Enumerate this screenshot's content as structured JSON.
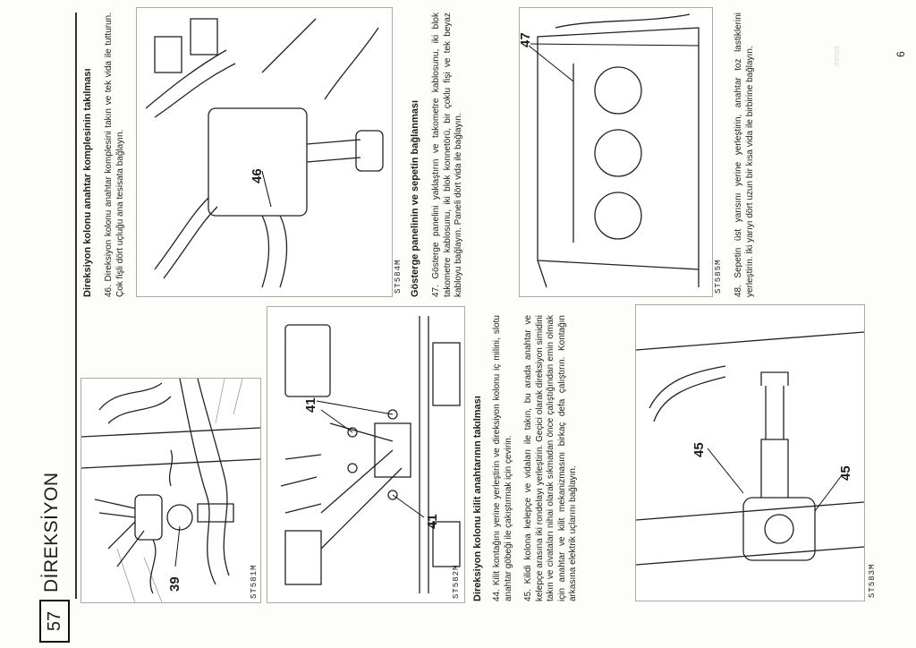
{
  "page": {
    "section_number": "57",
    "section_title": "DİREKSİYON",
    "page_number": "6",
    "watermark": "mmot"
  },
  "figures": {
    "st581m": {
      "code": "ST581M",
      "callouts": [
        "39"
      ]
    },
    "st582m": {
      "code": "ST582M",
      "callouts": [
        "41",
        "41",
        "41"
      ]
    },
    "st583m": {
      "code": "ST583M",
      "callouts": [
        "45",
        "45"
      ]
    },
    "st584m": {
      "code": "ST584M",
      "callouts": [
        "46"
      ]
    },
    "st585m": {
      "code": "ST585M",
      "callouts": [
        "47"
      ]
    }
  },
  "left_column": {
    "heading": "Direksiyon kolonu kilit anahtarının takılması",
    "para44": "44. Kilit kontağını yerine yerleştirin ve direksiyon kolonu iç milini, slotu anahtar göbeği ile çakıştırmak için çevirin.",
    "para45": "45. Kilidi kolona kelepçe ve vidaları ile takın, bu arada anahtar ve kelepçe arasına iki rondelayı yerleştirin. Geçici olarak direksiyon simidini takın ve civataları nihai olarak sıkmadan önce çalıştığından emin olmak için anahtar ve kilit mekanizmasını birkaç defa çalıştırın. Kontağın arkasına elektrik uçlarını bağlayın."
  },
  "right_column": {
    "heading1": "Direksiyon kolonu anahtar komplesinin takılması",
    "para46": "46. Direksiyon kolonu anahtar komplesini takın ve tek vida ile tutturun. Çok fişli dört uçluğu ana tesisata bağlayın.",
    "heading2": "Gösterge panelinin ve sepetin bağlanması",
    "para47": "47. Gösterge panelini yaklaştırın ve takometre kablosunu, iki blok takometre kablosunu, iki blok konnetörü, bir çoklu fişi ve tek beyaz kabloyu bağlayın. Paneli dört vida ile bağlayın.",
    "para48": "48. Sepetin üst yarısını yerine yerleştirin, anahtar toz lastiklerini yerleştirin. İki yarıyı dört uzun bir kısa vida ile birbirine bağlayın."
  }
}
